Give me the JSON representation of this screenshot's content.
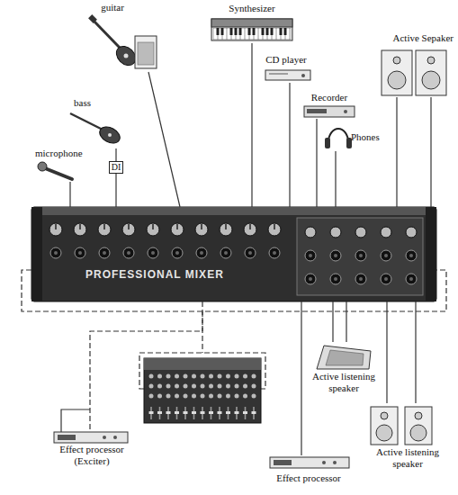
{
  "diagram": {
    "nodes": [
      {
        "text": [
          "guitar"
        ]
      },
      {
        "text": [
          "bass"
        ]
      },
      {
        "text": [
          "DI"
        ]
      },
      {
        "text": [
          "microphone"
        ]
      },
      {
        "text": [
          "Synthesizer"
        ]
      },
      {
        "text": [
          "CD player"
        ]
      },
      {
        "text": [
          "Recorder"
        ]
      },
      {
        "text": [
          "Phones"
        ]
      },
      {
        "text": [
          "Active Sepaker"
        ]
      },
      {
        "text": [
          "PROFESSIONAL MIXER"
        ]
      },
      {
        "text": [
          "Active listening speaker"
        ]
      },
      {
        "text": [
          "Effect processor (Exciter)"
        ]
      },
      {
        "text": [
          "Effect processor"
        ]
      },
      {
        "text": [
          "Active listening speaker"
        ]
      }
    ],
    "edges": [
      {
        "from": 0,
        "to": 9,
        "arrow": "none"
      },
      {
        "from": 1,
        "to": 2,
        "arrow": "none"
      },
      {
        "from": 2,
        "to": 9,
        "arrow": "none"
      },
      {
        "from": 3,
        "to": 9,
        "arrow": "none"
      },
      {
        "from": 4,
        "to": 9,
        "arrow": "none"
      },
      {
        "from": 5,
        "to": 9,
        "arrow": "none"
      },
      {
        "from": 6,
        "to": 9,
        "arrow": "none"
      },
      {
        "from": 9,
        "to": 7,
        "arrow": "none"
      },
      {
        "from": 9,
        "to": 8,
        "arrow": "none"
      },
      {
        "from": 9,
        "to": 8,
        "arrow": "none"
      },
      {
        "from": 9,
        "to": 10,
        "arrow": "none"
      },
      {
        "from": 9,
        "to": 10,
        "arrow": "none"
      },
      {
        "from": 9,
        "to": 11,
        "arrow": "none"
      },
      {
        "from": 9,
        "to": 12,
        "arrow": "none"
      },
      {
        "from": 9,
        "to": 13,
        "arrow": "none"
      },
      {
        "from": 9,
        "to": 13,
        "arrow": "none"
      }
    ]
  }
}
